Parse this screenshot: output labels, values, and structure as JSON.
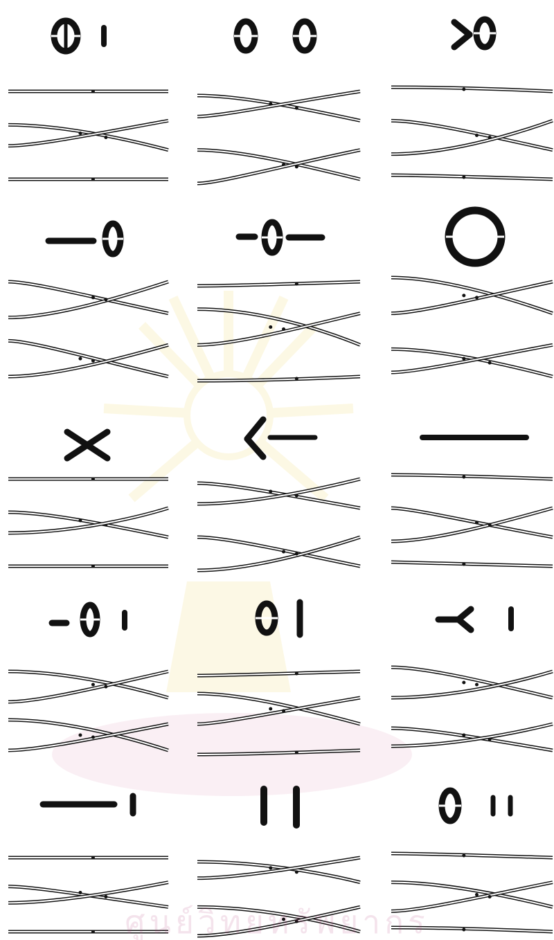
{
  "colors": {
    "ink": "#111111",
    "paper": "#ffffff",
    "watermark_gold": "#f2e08a",
    "watermark_pink": "#e9b8cc"
  },
  "watermark": {
    "type": "university-seal",
    "text": "ศูนย์วิทยทรัพยากร"
  },
  "panels": [
    {
      "id": "p1",
      "row": 0,
      "col": 0,
      "configuration": "ring-and-rod"
    },
    {
      "id": "p2",
      "row": 0,
      "col": 1,
      "configuration": "two-rings"
    },
    {
      "id": "p3",
      "row": 0,
      "col": 2,
      "configuration": "open-v-and-ring"
    },
    {
      "id": "p4",
      "row": 1,
      "col": 0,
      "configuration": "rod-ring"
    },
    {
      "id": "p5",
      "row": 1,
      "col": 1,
      "configuration": "rod-ring-rod"
    },
    {
      "id": "p6",
      "row": 1,
      "col": 2,
      "configuration": "large-ring"
    },
    {
      "id": "p7",
      "row": 2,
      "col": 0,
      "configuration": "cross"
    },
    {
      "id": "p8",
      "row": 2,
      "col": 1,
      "configuration": "v-and-chain"
    },
    {
      "id": "p9",
      "row": 2,
      "col": 2,
      "configuration": "long-chain"
    },
    {
      "id": "p10",
      "row": 3,
      "col": 0,
      "configuration": "rod-ring-rod-short"
    },
    {
      "id": "p11",
      "row": 3,
      "col": 1,
      "configuration": "ring-and-bar"
    },
    {
      "id": "p12",
      "row": 3,
      "col": 2,
      "configuration": "rod-v-rod"
    },
    {
      "id": "p13",
      "row": 4,
      "col": 0,
      "configuration": "chain-and-rod"
    },
    {
      "id": "p14",
      "row": 4,
      "col": 1,
      "configuration": "two-bars"
    },
    {
      "id": "p15",
      "row": 4,
      "col": 2,
      "configuration": "ring-and-two-rods"
    }
  ]
}
